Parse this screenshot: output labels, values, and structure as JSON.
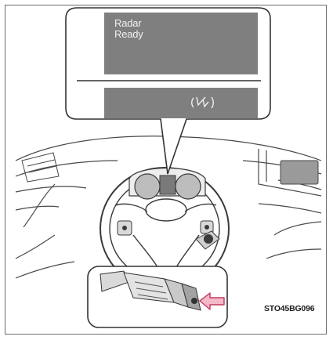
{
  "display": {
    "line1": "Radar",
    "line2": "Ready",
    "indicator_icon": "radar-cruise-icon"
  },
  "illustration": {
    "subject": "steering-wheel-with-cruise-control-lever",
    "arrow_icon": "press-arrow-icon"
  },
  "figure_code": "STO45BG096",
  "colors": {
    "display_bg": "#7f7f7f",
    "arrow_fill": "#f5b8c8",
    "arrow_stroke": "#c23a5b"
  }
}
